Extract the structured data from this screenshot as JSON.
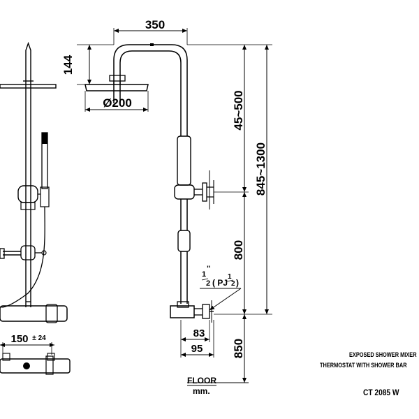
{
  "dimensions": {
    "top_width": "350",
    "head_drop": "144",
    "head_diameter": "Ø200",
    "upper_range": "45~500",
    "total_range": "845~1300",
    "mid_height": "800",
    "floor_height": "850",
    "side_width": "150",
    "side_tolerance": "± 24",
    "outlet_83": "83",
    "outlet_95": "95"
  },
  "connection": {
    "label_a": "1",
    "label_b": "2",
    "label_mark": "\"",
    "label_c": "( PJ",
    "label_d": "1",
    "label_e": "2",
    "label_f": ")"
  },
  "reference": {
    "floor": "FLOOR",
    "unit": "mm."
  },
  "title_block": {
    "line1": "EXPOSED SHOWER MIXER",
    "line2": "THERMOSTAT WITH SHOWER BAR",
    "model": "CT 2085 W"
  }
}
